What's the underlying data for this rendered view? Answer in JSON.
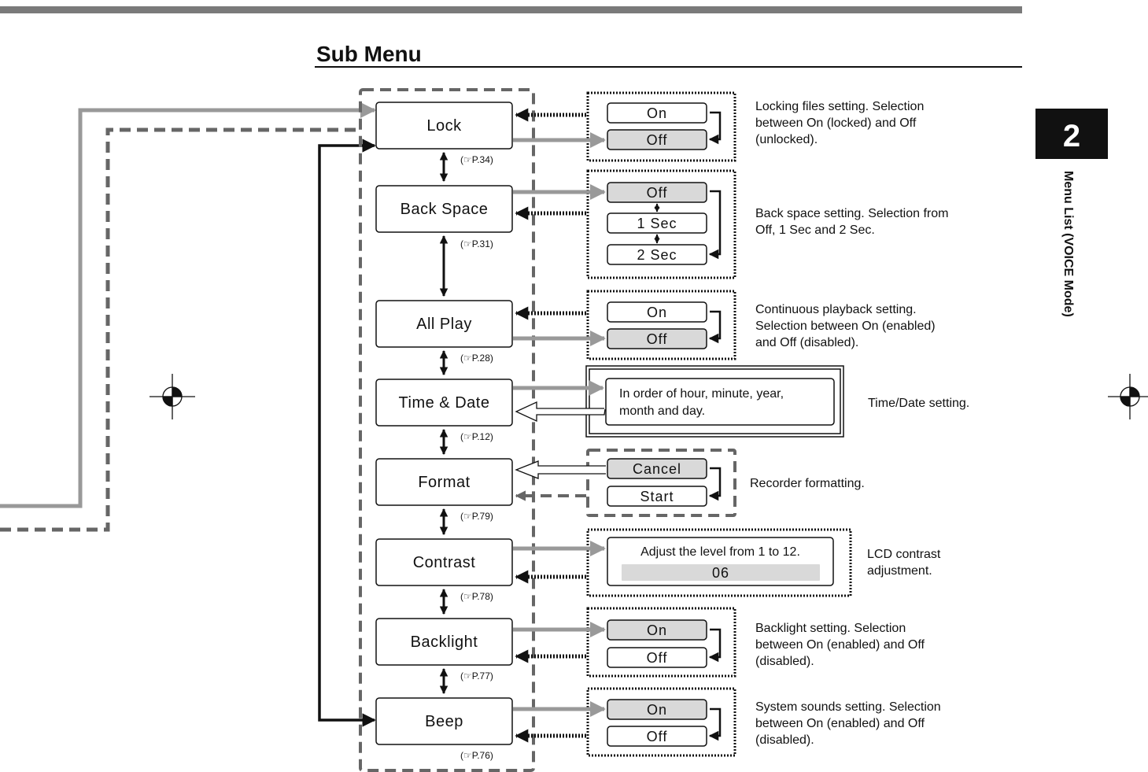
{
  "title": "Sub Menu",
  "chapter_number": "2",
  "side_label": "Menu List (VOICE Mode)",
  "menu_items": [
    {
      "label": "Lock",
      "ref": "(☞P.34)"
    },
    {
      "label": "Back Space",
      "ref": "(☞P.31)"
    },
    {
      "label": "All Play",
      "ref": "(☞P.28)"
    },
    {
      "label": "Time & Date",
      "ref": "(☞P.12)"
    },
    {
      "label": "Format",
      "ref": "(☞P.79)"
    },
    {
      "label": "Contrast",
      "ref": "(☞P.78)"
    },
    {
      "label": "Backlight",
      "ref": "(☞P.77)"
    },
    {
      "label": "Beep",
      "ref": "(☞P.76)"
    }
  ],
  "options": {
    "lock": [
      "On",
      "Off"
    ],
    "back_space": [
      "Off",
      "1 Sec",
      "2 Sec"
    ],
    "all_play": [
      "On",
      "Off"
    ],
    "format": [
      "Cancel",
      "Start"
    ],
    "backlight": [
      "On",
      "Off"
    ],
    "beep": [
      "On",
      "Off"
    ]
  },
  "time_date_text": [
    "In order of hour, minute, year,",
    "month and day."
  ],
  "contrast": {
    "instruction": "Adjust the level from 1 to 12.",
    "value": "06"
  },
  "descriptions": {
    "lock": [
      "Locking files setting. Selection",
      "between On (locked) and Off",
      "(unlocked)."
    ],
    "back_space": [
      "Back space setting. Selection from",
      "Off, 1 Sec and 2 Sec."
    ],
    "all_play": [
      "Continuous playback setting.",
      "Selection between On (enabled)",
      "and Off (disabled)."
    ],
    "time_date": [
      "Time/Date setting."
    ],
    "format": [
      "Recorder formatting."
    ],
    "contrast": [
      "LCD contrast",
      "adjustment."
    ],
    "backlight": [
      "Backlight setting. Selection",
      "between On (enabled) and Off",
      "(disabled)."
    ],
    "beep": [
      "System sounds setting. Selection",
      "between On (enabled) and Off",
      "(disabled)."
    ]
  },
  "colors": {
    "rule": "#7a7a7a",
    "highlight": "#d9d9d9",
    "gray_arrow": "#999999",
    "dashed": "#666666",
    "chapter_bg": "#111111"
  }
}
